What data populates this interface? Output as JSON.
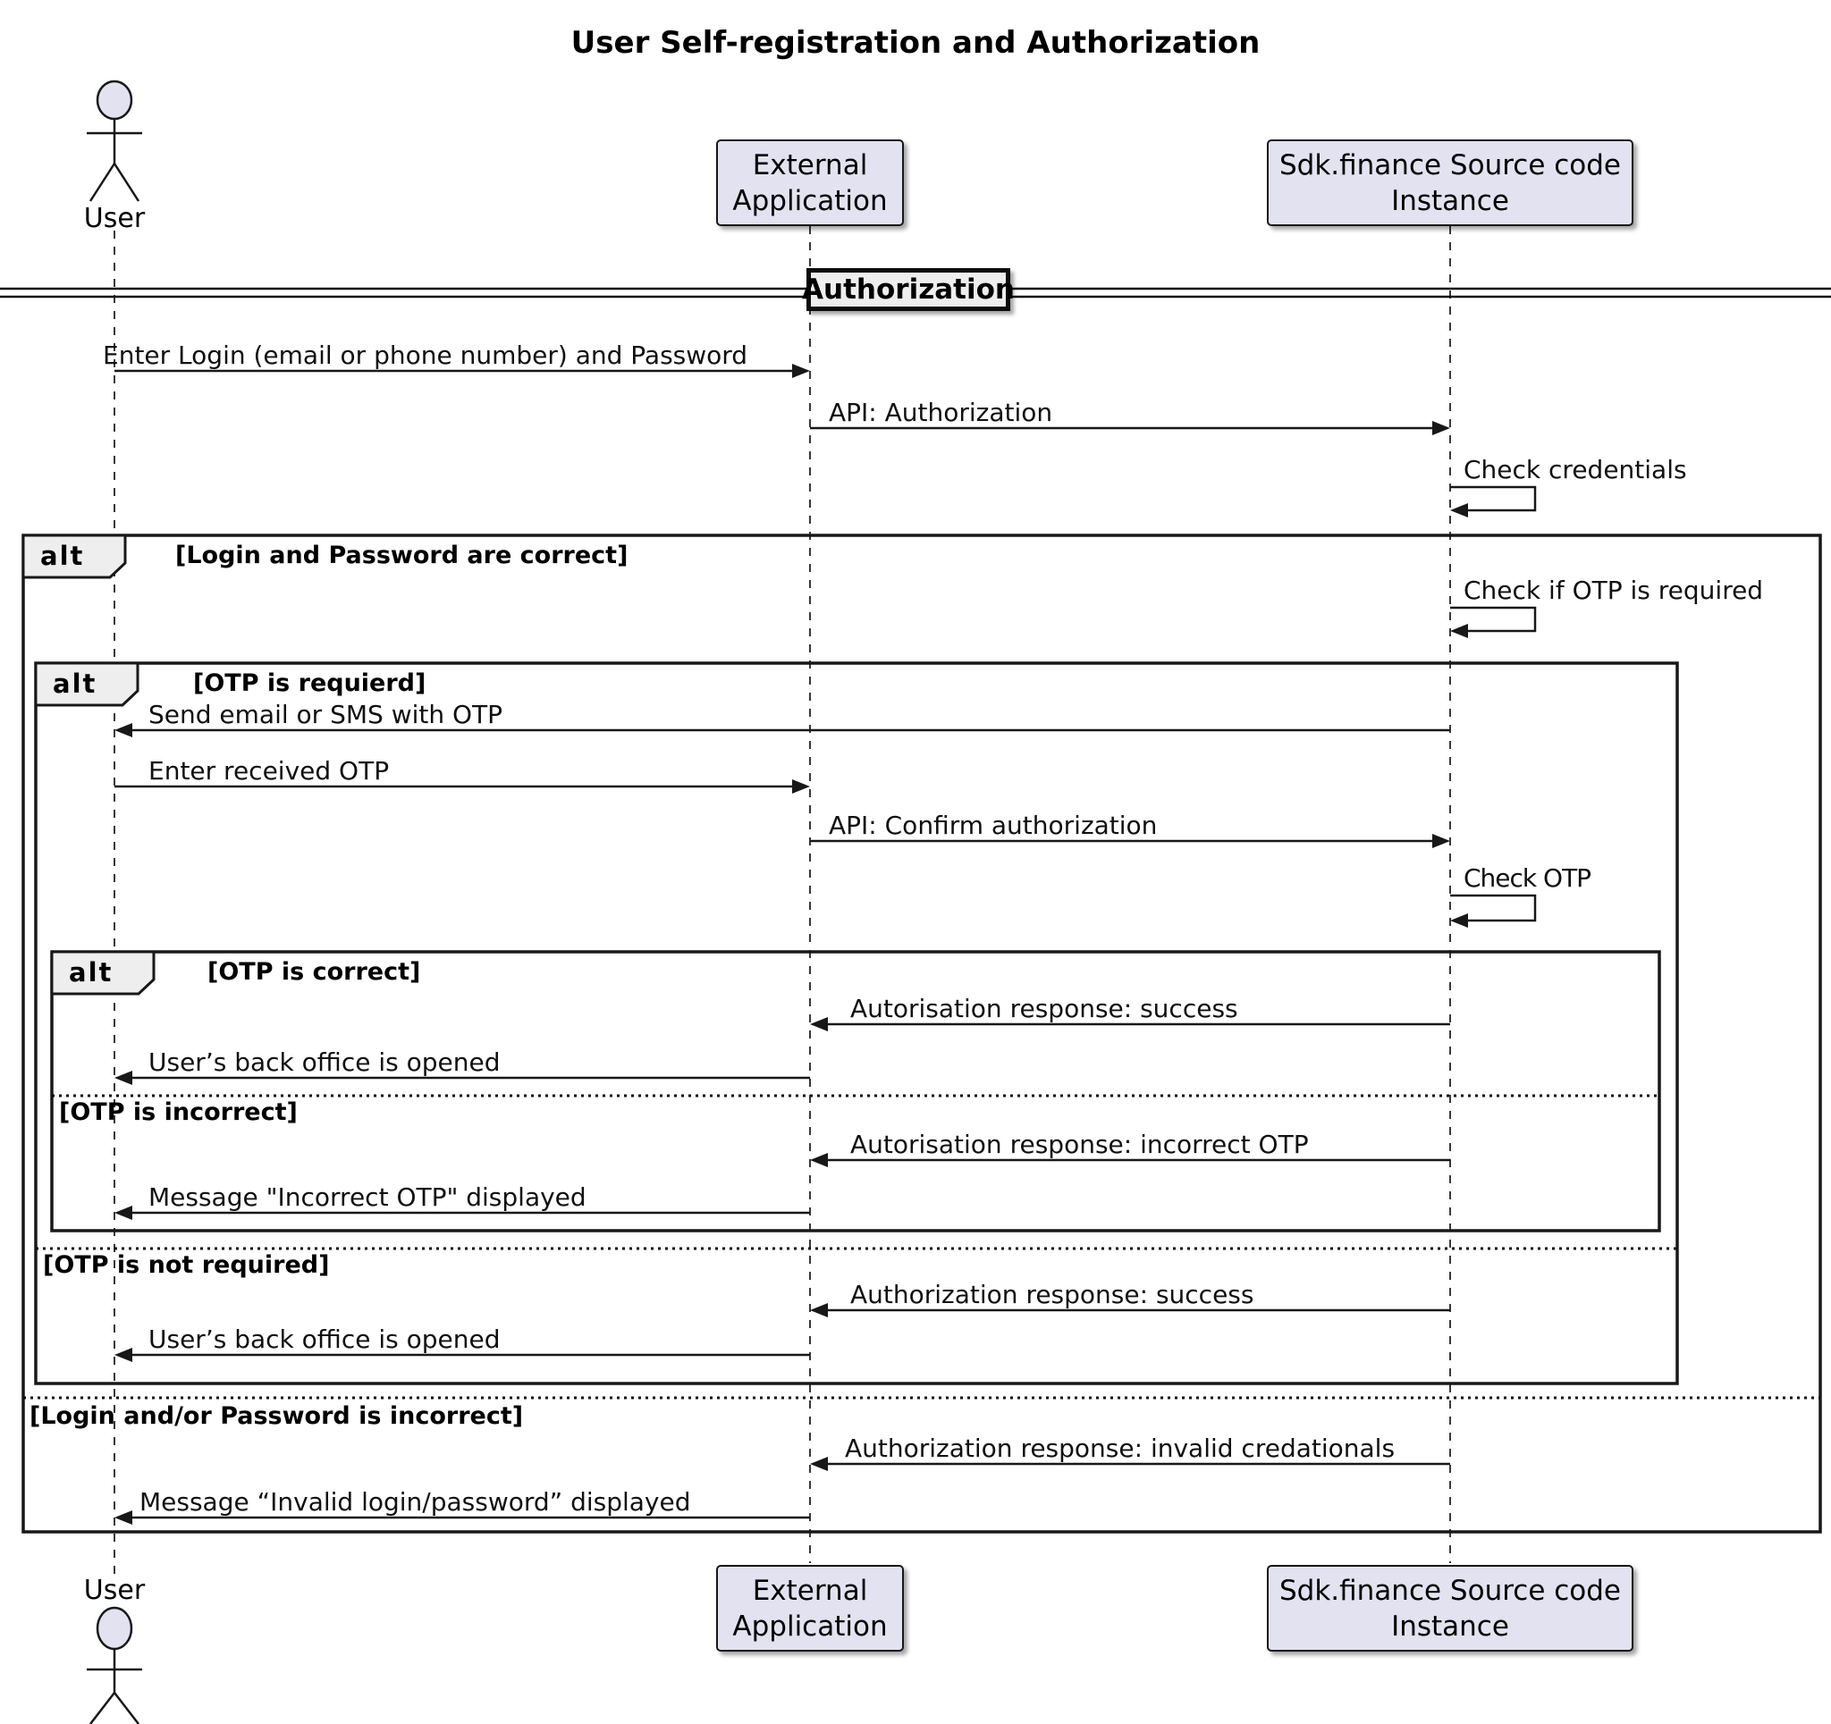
{
  "title": "User Self-registration and Authorization",
  "participants": {
    "user": {
      "label": "User"
    },
    "external_app": {
      "line1": "External",
      "line2": "Application"
    },
    "sdk": {
      "line1": "Sdk.finance Source code",
      "line2": "Instance"
    }
  },
  "divider": {
    "label": "Authorization"
  },
  "frames": {
    "outer": {
      "operator": "alt",
      "condition1": "[Login and Password are correct]",
      "condition2": "[Login and/or Password is incorrect]"
    },
    "otp": {
      "operator": "alt",
      "condition1": "[OTP is requierd]",
      "condition2": "[OTP is not required]"
    },
    "otp_check": {
      "operator": "alt",
      "condition1": "[OTP is correct]",
      "condition2": "[OTP is incorrect]"
    }
  },
  "messages": {
    "m1": "Enter Login (email or phone number) and Password",
    "m2": "API: Authorization",
    "s1": "Check credentials",
    "s2": "Check if OTP is required",
    "m3": "Send email or SMS with OTP",
    "m4": "Enter received OTP",
    "m5": "API: Confirm authorization",
    "s3": "Check OTP",
    "m6": "Autorisation response: success",
    "m7": "User’s back office is opened",
    "m8": "Autorisation response: incorrect OTP",
    "m9": "Message \"Incorrect OTP\" displayed",
    "m10": "Authorization response: success",
    "m11": "User’s back office is opened",
    "m12": "Authorization response: invalid credationals",
    "m13": "Message “Invalid login/password” displayed"
  },
  "colors": {
    "participant_fill": "#E2E2F0",
    "frame_tab_fill": "#EEEEEE",
    "line": "#181818",
    "background": "#FFFFFF"
  }
}
